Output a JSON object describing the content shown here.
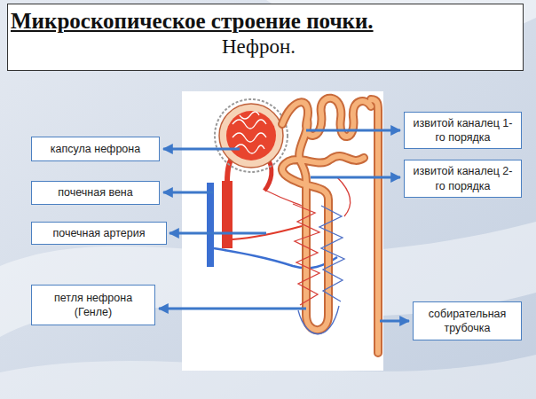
{
  "diagram": {
    "title": "Микроскопическое строение почки.",
    "nodes": [
      {
        "text": [
          "извитой каналец 1-го порядка"
        ]
      },
      {
        "text": [
          "капсула нефрона"
        ]
      },
      {
        "text": [
          "извитой каналец 2-го порядка"
        ]
      },
      {
        "text": [
          "почечная вена"
        ]
      },
      {
        "text": [
          "почечная артерия"
        ]
      },
      {
        "text": [
          "петля нефрона (Генле)"
        ]
      },
      {
        "text": [
          "собирательная трубочка"
        ]
      }
    ],
    "labels": [
      "Нефрон."
    ]
  }
}
